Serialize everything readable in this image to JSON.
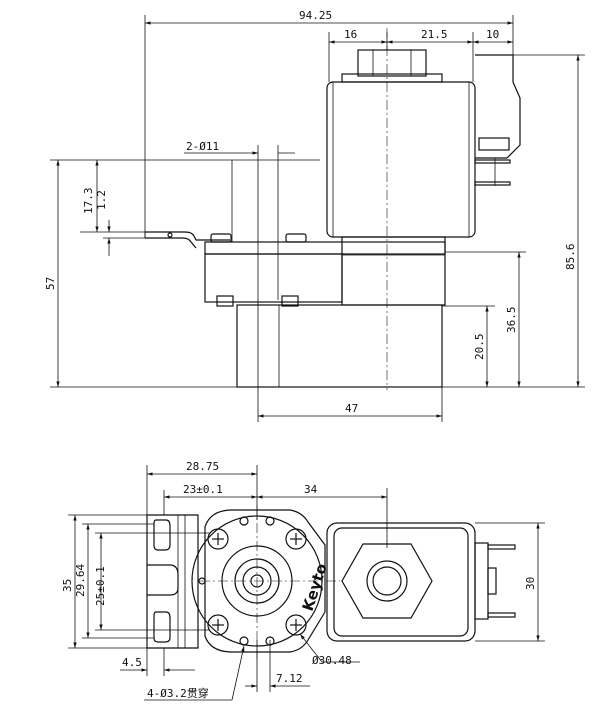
{
  "front_view": {
    "dims": {
      "overall_width": "94.25",
      "coil_offset": "16",
      "coil_width": "21.5",
      "connector": "10",
      "hole_spec": "2-Ø11",
      "bracket_height": "17.3",
      "bracket_thickness": "1.2",
      "total_height": "85.6",
      "mount_height": "57",
      "body_height": "36.5",
      "port_height": "20.5",
      "body_width": "47"
    }
  },
  "bottom_view": {
    "dims": {
      "center_offset": "28.75",
      "hole_offset": "23±0.1",
      "coil_offset": "34",
      "outer_width": "35",
      "slot_span": "29.64",
      "hole_span": "25±0.1",
      "slot_width": "4.5",
      "flange_dia": "Ø30.48",
      "port_offset": "7.12",
      "coil_width": "30",
      "through_holes": "4-Ø3.2贯穿"
    },
    "brand": "Keyto"
  }
}
